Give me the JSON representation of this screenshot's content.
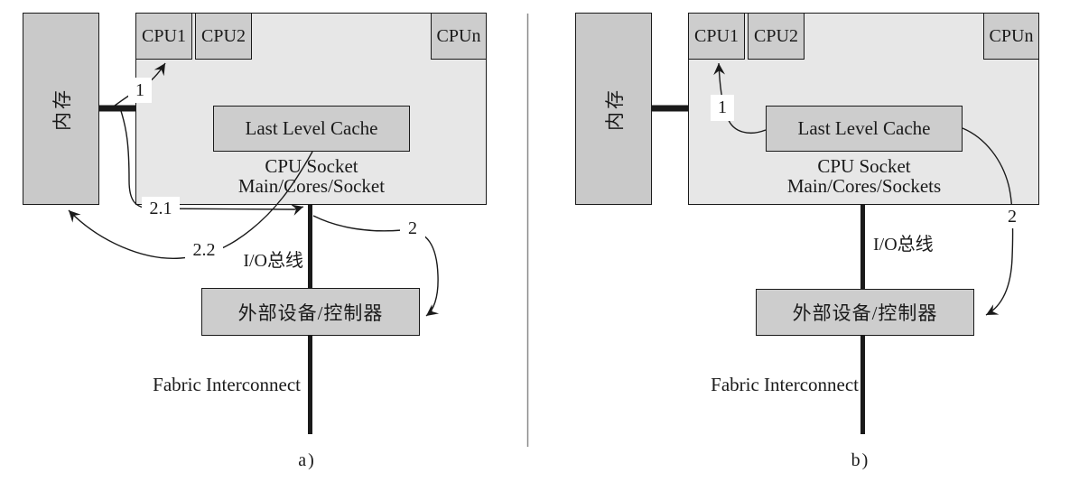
{
  "diagram": {
    "panel_a": {
      "memory": "内存",
      "cpu1": "CPU1",
      "cpu2": "CPU2",
      "cpun": "CPUn",
      "llc": "Last Level Cache",
      "socket_line1": "CPU Socket",
      "socket_line2": "Main/Cores/Socket",
      "io_bus_label": "I/O总线",
      "device": "外部设备/控制器",
      "fabric_label": "Fabric Interconnect",
      "caption": "a)",
      "step_1": "1",
      "step_2_1": "2.1",
      "step_2_2": "2.2",
      "step_2": "2"
    },
    "panel_b": {
      "memory": "内存",
      "cpu1": "CPU1",
      "cpu2": "CPU2",
      "cpun": "CPUn",
      "llc": "Last Level Cache",
      "socket_line1": "CPU Socket",
      "socket_line2": "Main/Cores/Sockets",
      "io_bus_label": "I/O总线",
      "device": "外部设备/控制器",
      "fabric_label": "Fabric Interconnect",
      "caption": "b)",
      "step_1": "1",
      "step_2": "2"
    },
    "colors": {
      "memory_fill": "#c9c9c9",
      "cpu_fill": "#cdcdcd",
      "socket_fill": "#e7e7e7",
      "line_color": "#1a1a1a",
      "divider_color": "#8a8a8a",
      "background": "#ffffff"
    }
  }
}
